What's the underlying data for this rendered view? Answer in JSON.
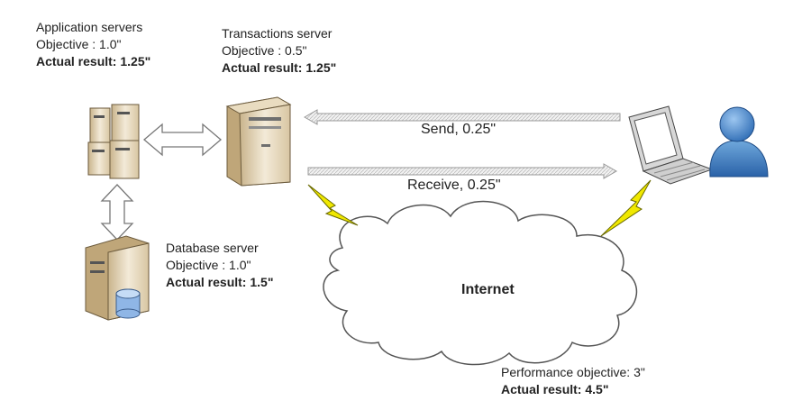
{
  "app_servers": {
    "title": "Application servers",
    "objective": "Objective : 1.0\"",
    "actual": "Actual result: 1.25\""
  },
  "transactions_server": {
    "title": "Transactions server",
    "objective": "Objective : 0.5\"",
    "actual": "Actual result: 1.25\""
  },
  "database_server": {
    "title": "Database server",
    "objective": "Objective : 1.0\"",
    "actual": "Actual result: 1.5\""
  },
  "flows": {
    "send": "Send, 0.25\"",
    "receive": "Receive, 0.25\""
  },
  "network": {
    "label": "Internet"
  },
  "overall": {
    "objective": "Performance objective: 3\"",
    "actual": "Actual result: 4.5\""
  },
  "colors": {
    "server_body": "#e8dcc4",
    "server_dark": "#b9a27a",
    "lightning": "#e8e000",
    "user": "#3e7fc6",
    "arrow_fill": "#efefef"
  },
  "icons": [
    "server-rack-icon",
    "tower-server-icon",
    "database-server-icon",
    "laptop-icon",
    "user-icon",
    "lightning-icon",
    "cloud-icon"
  ]
}
